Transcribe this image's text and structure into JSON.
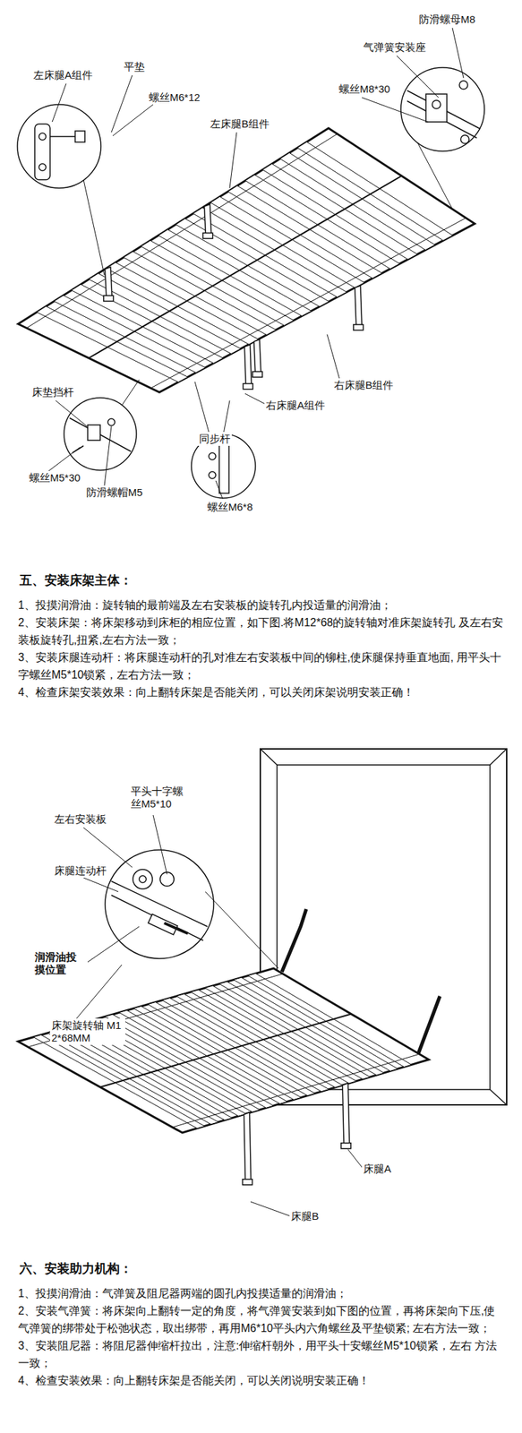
{
  "diagram": {
    "labels": [
      "左床腿A组件",
      "平垫",
      "螺丝M6*12",
      "左床腿B组件",
      "防滑螺母M8",
      "气弹簧安装座",
      "螺丝M8*30",
      "右床腿B组件",
      "床垫挡杆",
      "右床腿A组件",
      "同步杆",
      "螺丝M5*30",
      "防滑螺帽M5",
      "螺丝M6*8",
      "五、安装床架主体：",
      "1、投摸润滑油：旋转轴的最前端及左右安装板的旋转孔内投适量的润滑油；",
      "2、安装床架：将床架移动到床柜的相应位置，如下图.将M12*68的旋转轴对准床架旋转孔 及左右安装板旋转孔,扭紧,左右方法一致；",
      "3、安装床腿连动杆：将床腿连动杆的孔对准左右安装板中间的铆柱,使床腿保持垂直地面, 用平头十字螺丝M5*10锁紧，左右方法一致；",
      "4、检查床架安装效果：向上翻转床架是否能关闭，可以关闭床架说明安装正确！",
      "左右安装板",
      "平头十字螺 丝M5*10",
      "床腿连动杆",
      "润滑油投 摸位置",
      "床架旋转轴 M12*68MM",
      "床腿A",
      "床腿B",
      "六、安装助力机构：",
      "1、投摸润滑油：气弹簧及阻尼器两端的圆孔内投摸适量的润滑油；",
      "2、安装气弹簧：将床架向上翻转一定的角度，将气弹簧安装到如下图的位置，再将床架向下压,使气弹簧的绑带处于松弛状态，取出绑带，再用M6*10平头内六角螺丝及平垫锁紧; 左右方法一致；",
      "3、安装阻尼器：将阻尼器伸缩杆拉出，注意:伸缩杆朝外，用平头十安螺丝M5*10锁紧，左右 方法一致；",
      "4、检查安装效果：向上翻转床架是否能关闭，可以关闭说明安装正确！"
    ]
  }
}
